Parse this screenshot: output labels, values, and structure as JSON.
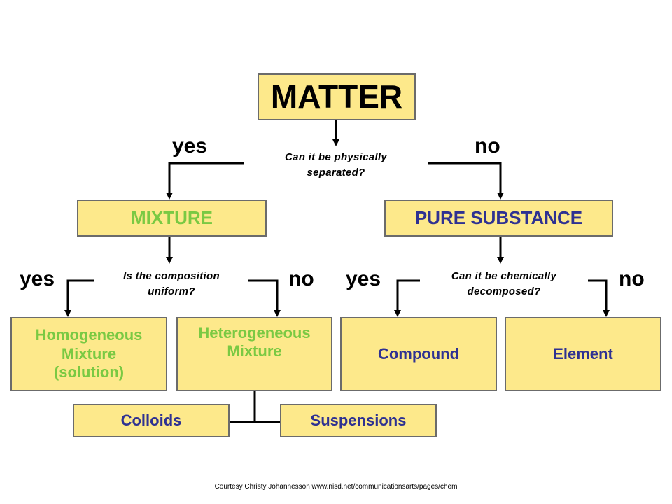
{
  "colors": {
    "box_fill": "#fde98b",
    "box_border": "#6b6b6b",
    "green_text": "#7ac943",
    "blue_text": "#2e3192",
    "line": "#000000"
  },
  "nodes": {
    "matter": "MATTER",
    "mixture": "MIXTURE",
    "pure_substance": "PURE SUBSTANCE",
    "homogeneous": [
      "Homogeneous",
      "Mixture",
      "(solution)"
    ],
    "heterogeneous": [
      "Heterogeneous",
      "Mixture"
    ],
    "compound": "Compound",
    "element": "Element",
    "colloids": "Colloids",
    "suspensions": "Suspensions"
  },
  "questions": {
    "physically_separated": [
      "Can it be physically",
      "separated?"
    ],
    "composition_uniform": [
      "Is the composition",
      "uniform?"
    ],
    "chemically_decomposed": [
      "Can it be chemically",
      "decomposed?"
    ]
  },
  "answers": {
    "yes": "yes",
    "no": "no"
  },
  "credit": "Courtesy Christy Johannesson www.nisd.net/communicationsarts/pages/chem"
}
